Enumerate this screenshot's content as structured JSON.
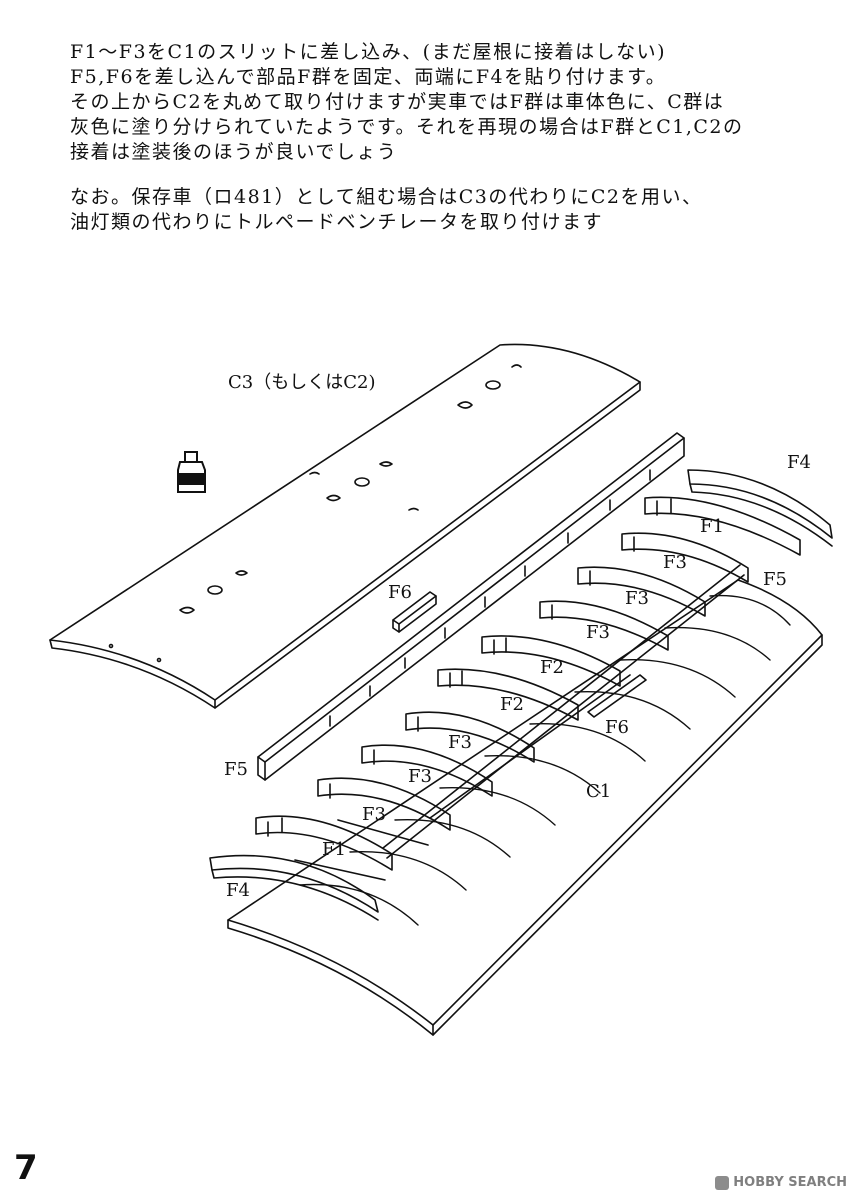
{
  "instructions": {
    "paragraph1": [
      "F1～F3をC1のスリットに差し込み、(まだ屋根に接着はしない)",
      "F5,F6を差し込んで部品F群を固定、両端にF4を貼り付けます。",
      "その上からC2を丸めて取り付けますが実車ではF群は車体色に、C群は",
      "灰色に塗り分けられていたようです。それを再現の場合はF群とC1,C2の",
      "接着は塗装後のほうが良いでしょう"
    ],
    "paragraph2": [
      "なお。保存車（ロ481）として組む場合はC3の代わりにC2を用い、",
      "油灯類の代わりにトルペードベンチレータを取り付けます"
    ]
  },
  "diagram": {
    "labels": {
      "c3": "C3（もしくはC2)",
      "f4_top": "F4",
      "f1_top": "F1",
      "f3_a": "F3",
      "f5_right": "F5",
      "f3_b": "F3",
      "f3_c": "F3",
      "f2_a": "F2",
      "f6_mid": "F6",
      "f2_b": "F2",
      "f3_d": "F3",
      "f3_e": "F3",
      "f3_f": "F3",
      "f1_bottom": "F1",
      "f4_bottom": "F4",
      "f6_top": "F6",
      "f5_left": "F5",
      "c1": "C1"
    },
    "icons": [
      "torpedo-ventilator-icon"
    ]
  },
  "footer": {
    "page_number": "7",
    "watermark_text": "HOBBY SEARCH"
  }
}
